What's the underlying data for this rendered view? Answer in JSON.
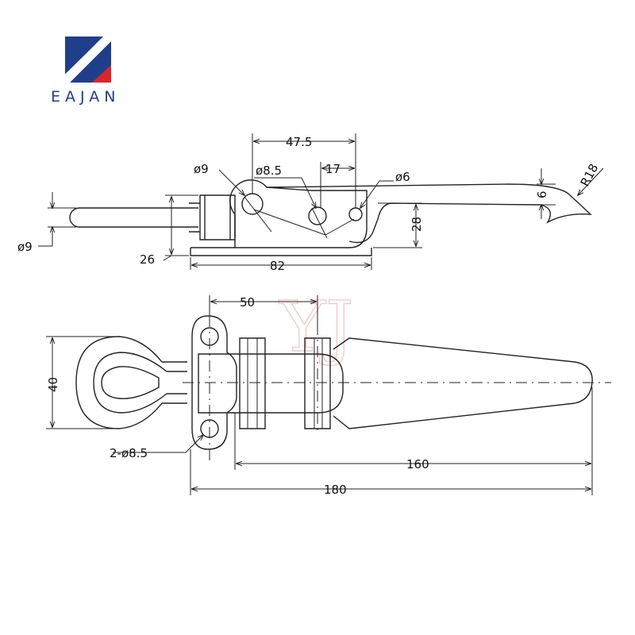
{
  "brand": {
    "name": "EAJAN",
    "colors": {
      "blue": "#1f3f8a",
      "red": "#d8262b"
    }
  },
  "watermark": "YJ",
  "side_view": {
    "dim_47_5": "47.5",
    "dim_phi8_5": "ø8.5",
    "dim_17": "17",
    "dim_phi9_pin": "ø9",
    "dim_phi6": "ø6",
    "dim_r18": "R18",
    "dim_6": "6",
    "dim_28": "28",
    "dim_phi9_rod": "ø9",
    "dim_26": "26",
    "dim_82": "82"
  },
  "top_view": {
    "dim_50": "50",
    "dim_40": "40",
    "dim_holes": "2-ø8.5",
    "dim_160": "160",
    "dim_180": "180"
  }
}
